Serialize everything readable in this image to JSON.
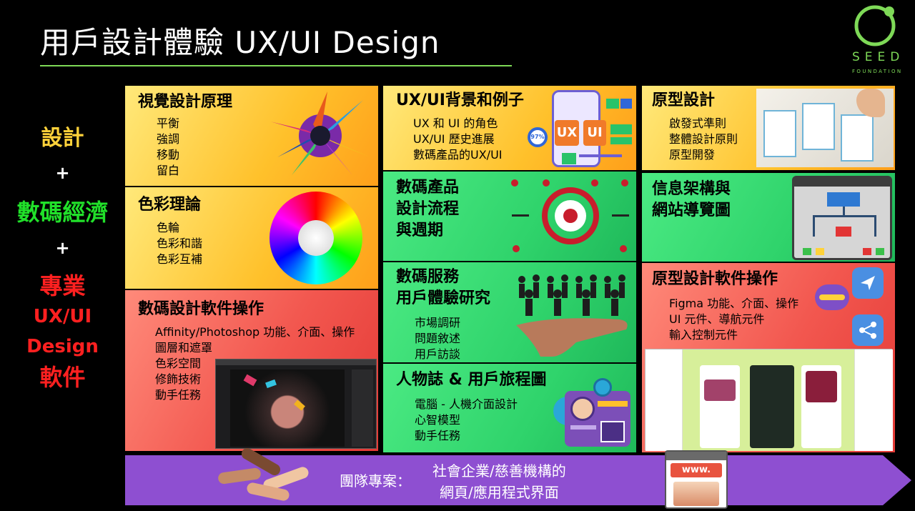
{
  "header": {
    "title": "用戶設計體驗 UX/UI Design"
  },
  "logo": {
    "word": "SEED",
    "sub": "FOUNDATION"
  },
  "side": {
    "design": "設計",
    "plus": "+",
    "digital_economy": "數碼經濟",
    "pro_line1": "專業",
    "pro_line2": "UX/UI",
    "pro_line3": "Design",
    "pro_line4": "軟件"
  },
  "cards": {
    "visual": {
      "title": "視覺設計原理",
      "items": [
        "平衡",
        "強調",
        "移動",
        "留白"
      ]
    },
    "color": {
      "title": "色彩理論",
      "items": [
        "色輪",
        "色彩和諧",
        "色彩互補"
      ]
    },
    "software": {
      "title": "數碼設計軟件操作",
      "items": [
        "Affinity/Photoshop 功能、介面、操作",
        "圖層和遮罩",
        "色彩空間",
        "修飾技術",
        "動手任務"
      ]
    },
    "uxui": {
      "title": "UX/UI背景和例子",
      "items": [
        "UX 和 UI 的角色",
        "UX/UI 歷史進展",
        "數碼產品的UX/UI"
      ],
      "art_ux": "UX",
      "art_ui": "UI",
      "art_pct": "97%"
    },
    "process": {
      "title_l1": "數碼產品",
      "title_l2": "設計流程",
      "title_l3": "與週期"
    },
    "research": {
      "title_l1": "數碼服務",
      "title_l2": "用戶體驗研究",
      "items": [
        "市場調研",
        "問題敘述",
        "用戶訪談"
      ]
    },
    "persona": {
      "title": "人物誌 & 用戶旅程圖",
      "items": [
        "電腦 - 人機介面設計",
        "心智模型",
        "動手任務"
      ]
    },
    "prototype": {
      "title": "原型設計",
      "items": [
        "啟發式準則",
        "整體設計原則",
        "原型開發"
      ]
    },
    "ia": {
      "title_l1": "信息架構與",
      "title_l2": "網站導覽圖"
    },
    "proto_sw": {
      "title": "原型設計軟件操作",
      "items": [
        "Figma 功能、介面、操作",
        "UI 元件、導航元件",
        "輸入控制元件"
      ]
    }
  },
  "banner": {
    "label": "團隊專案：",
    "line1": "社會企業/慈善機構的",
    "line2": "網頁/應用程式界面",
    "www": "www."
  },
  "colors": {
    "yellow": "#ffc12b",
    "green": "#2fd36b",
    "red": "#f2574f",
    "accent_green": "#7ed957",
    "banner_purple": "#8e4fd1"
  }
}
